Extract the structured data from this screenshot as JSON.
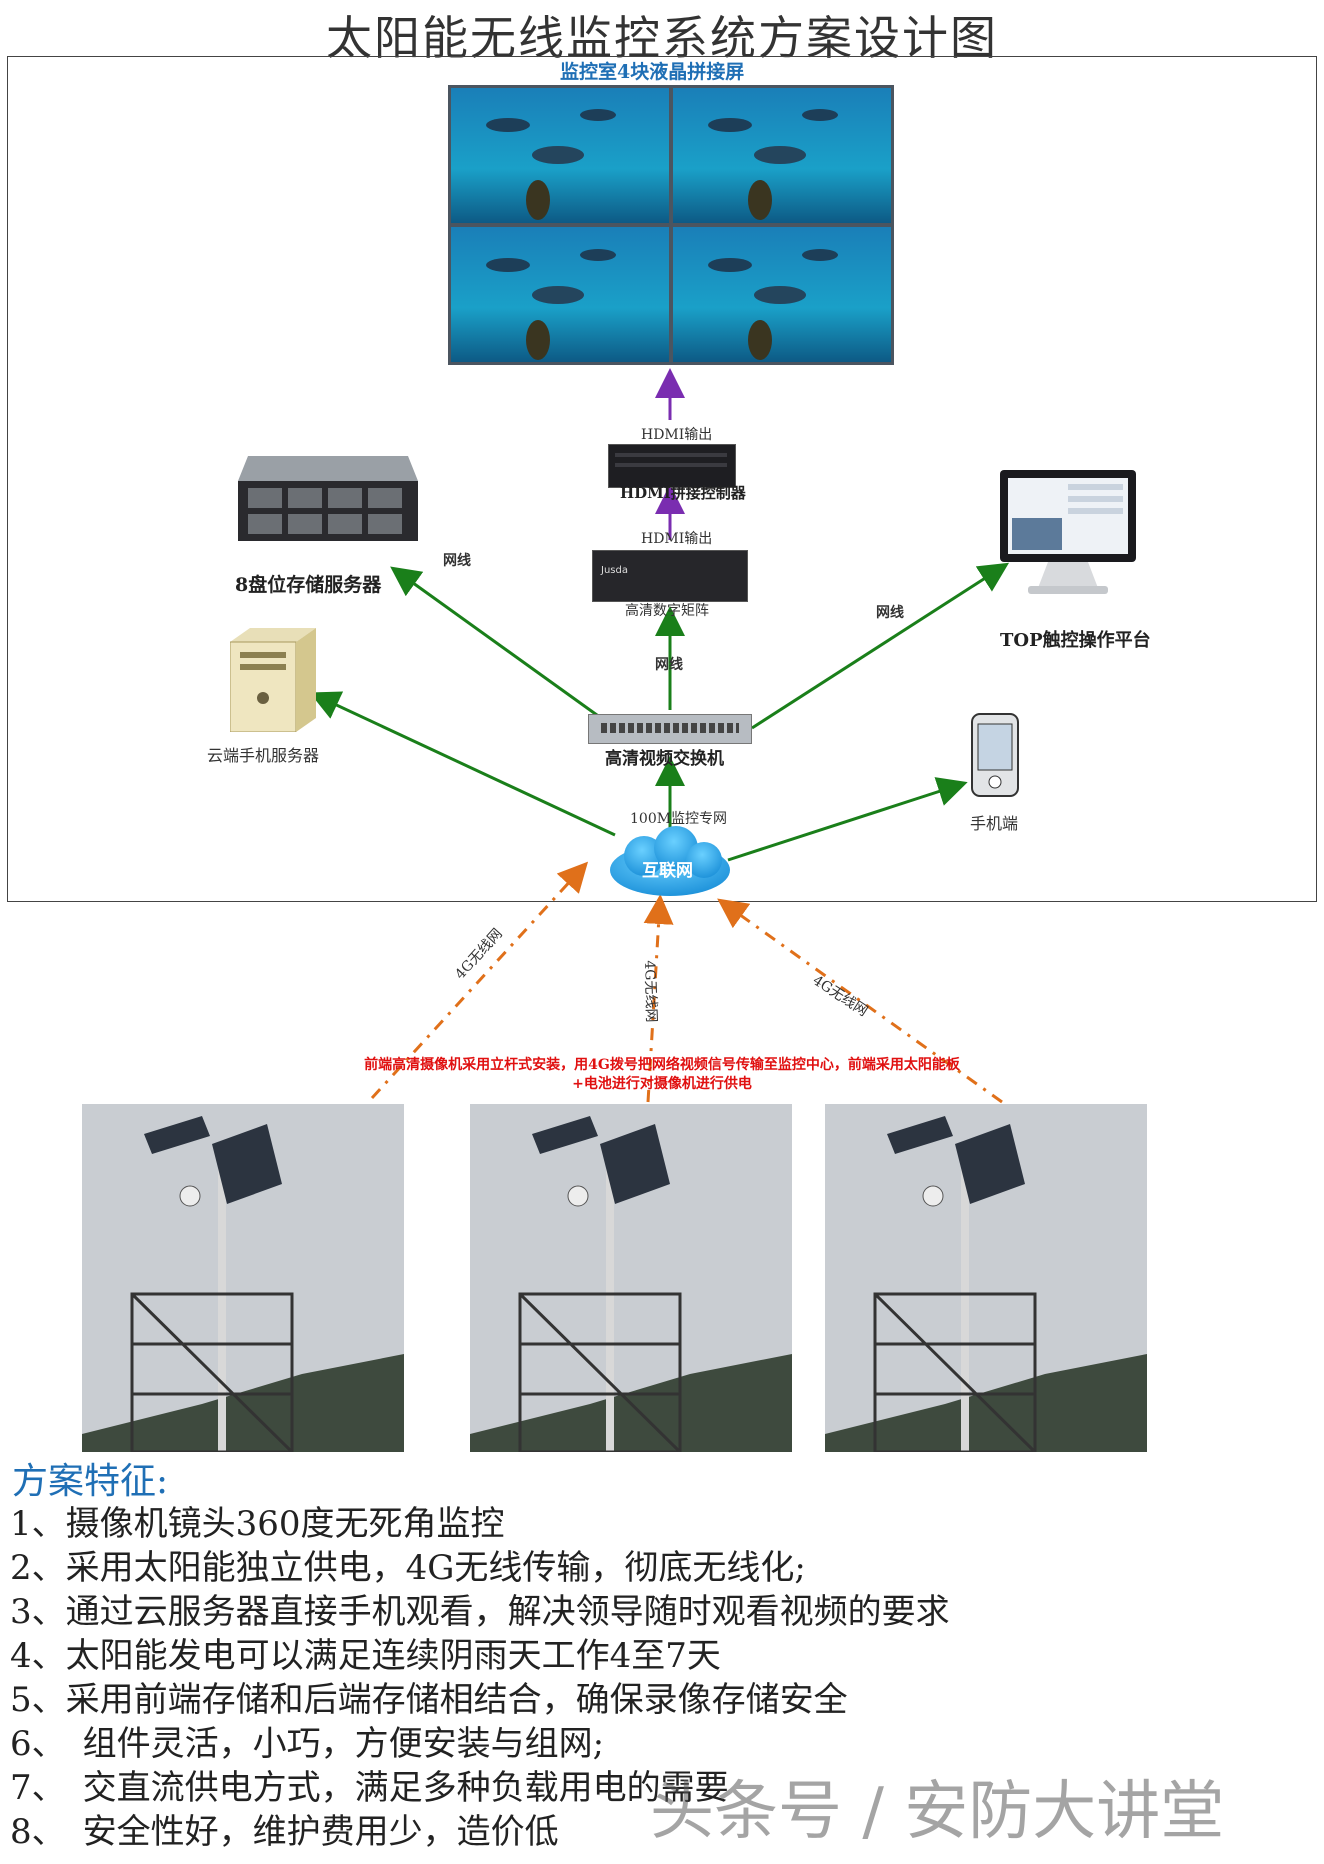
{
  "title": "太阳能无线监控系统方案设计图",
  "video_wall": {
    "label": "监控室4块液晶拼接屏"
  },
  "hdmi_controller": {
    "output_label": "HDMI输出",
    "name": "HDMI拼接控制器"
  },
  "matrix": {
    "output_label": "HDMI输出",
    "name": "高清数字矩阵",
    "brand": "Jusda"
  },
  "storage": {
    "name": "8盘位存储服务器",
    "link_label": "网线"
  },
  "switch": {
    "name": "高清视频交换机",
    "link_label": "网线"
  },
  "touch_platform": {
    "name": "TOP触控操作平台",
    "link_label": "网线"
  },
  "cloud_server": {
    "name": "云端手机服务器"
  },
  "mobile": {
    "name": "手机端"
  },
  "internet": {
    "name": "互联网",
    "network_label": "100M监控专网"
  },
  "wireless_links": [
    "4G无线网",
    "4G无线网",
    "4G无线网"
  ],
  "front_note": [
    "前端高清摄像机采用立杆式安装，用4G拨号把网络视频信号传输至监控中心，前端采用太阳能板",
    "+电池进行对摄像机进行供电"
  ],
  "features": {
    "title": "方案特征:",
    "items": [
      "1、摄像机镜头360度无死角监控",
      "2、采用太阳能独立供电，4G无线传输，彻底无线化;",
      "3、通过云服务器直接手机观看，解决领导随时观看视频的要求",
      "4、太阳能发电可以满足连续阴雨天工作4至7天",
      "5、采用前端存储和后端存储相结合，确保录像存储安全",
      "6、　组件灵活，小巧，方便安装与组网;",
      "7、　交直流供电方式，满足多种负载用电的需要",
      "8、　安全性好，维护费用少，造价低"
    ]
  },
  "watermark": "头条号 / 安防大讲堂",
  "colors": {
    "title_blue": "#1f6fb5",
    "link_green": "#1a7f1a",
    "hdmi_purple": "#7a2db0",
    "wireless_orange": "#e0701a",
    "note_red": "#e01010"
  }
}
